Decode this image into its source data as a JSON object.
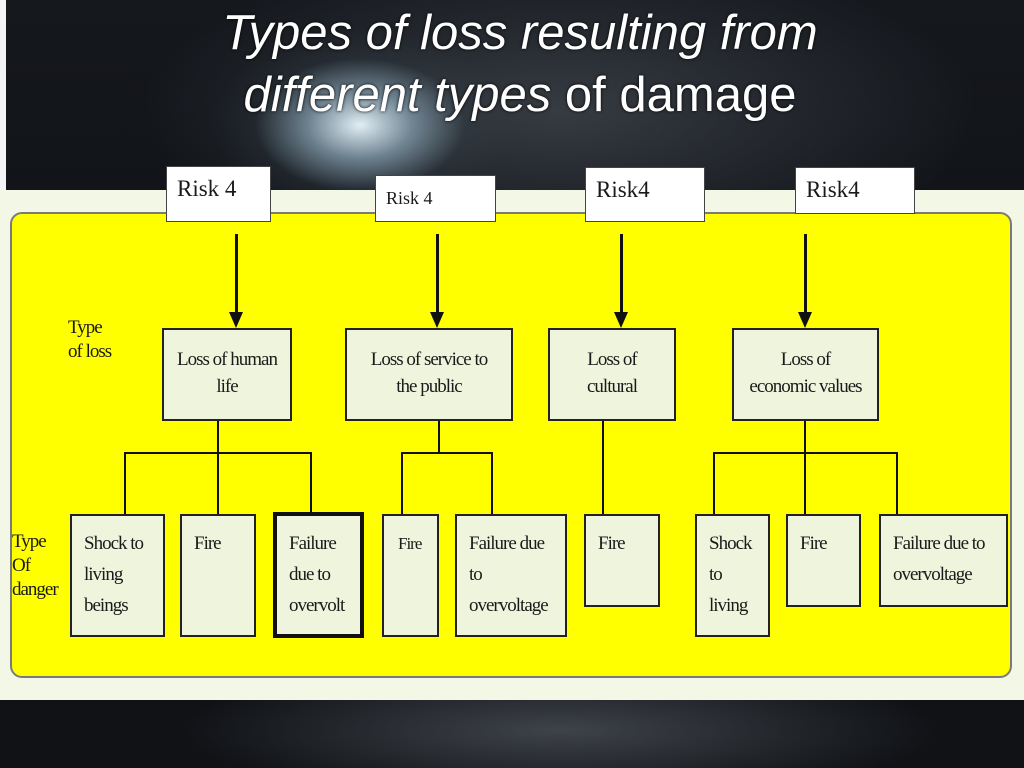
{
  "title": {
    "line1": "Types of loss resulting from",
    "line2_italic": "different types",
    "line2_plain": " of damage"
  },
  "side_labels": {
    "type_of_loss": [
      "Type",
      "of loss"
    ],
    "type_of_danger": [
      "Type",
      "Of",
      "danger"
    ]
  },
  "risks": [
    "Risk 4",
    "Risk 4",
    "Risk4",
    "Risk4"
  ],
  "losses": [
    [
      "Loss of human",
      "life"
    ],
    [
      "Loss of service to",
      "the public"
    ],
    [
      "Loss of",
      "cultural"
    ],
    [
      "Loss of",
      "economic values"
    ]
  ],
  "dangers": [
    [
      "Shock to",
      "living",
      "beings"
    ],
    [
      "Fire"
    ],
    [
      "Failure",
      "due to",
      "overvolt"
    ],
    [
      "Fire"
    ],
    [
      "Failure due",
      "to",
      "overvoltage"
    ],
    [
      "Fire"
    ],
    [
      "Shock",
      "to",
      "living"
    ],
    [
      "Fire"
    ],
    [
      "Failure due to",
      "overvoltage"
    ]
  ],
  "colors": {
    "panel": "#ffff00",
    "box_fill": "#eef5dc",
    "background": "#0b0c10"
  }
}
